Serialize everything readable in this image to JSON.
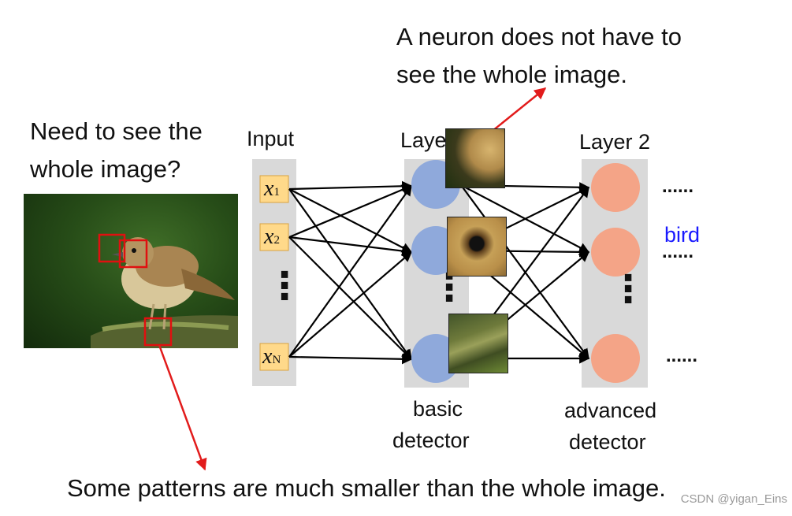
{
  "callouts": {
    "neuron_line1": "A neuron does not have to",
    "neuron_line2": "see the whole image.",
    "need_line1": "Need to see the",
    "need_line2": "whole image?",
    "patterns": "Some patterns are much smaller than the whole image."
  },
  "network": {
    "input_label": "Input",
    "layer1_label": "Layer 1",
    "layer2_label": "Layer 2",
    "inputs": [
      "x",
      "x",
      "x"
    ],
    "input_subscripts": [
      "1",
      "2",
      "N"
    ],
    "vertical_dots": "⋮",
    "layer2_ellipsis": "......",
    "bird_label": "bird",
    "layer1_caption_line1": "basic",
    "layer1_caption_line2": "detector",
    "layer2_caption_line1": "advanced",
    "layer2_caption_line2": "detector"
  },
  "colors": {
    "arrow_red": "#e21b1b",
    "box_red": "#e01010",
    "input_fill": "#ffd98a",
    "layer1_fill": "#8fa9db",
    "layer2_fill": "#f4a487",
    "column_gray": "#d9d9d9",
    "bird_text": "#1a1aff"
  },
  "watermark": "CSDN @yigan_Eins"
}
